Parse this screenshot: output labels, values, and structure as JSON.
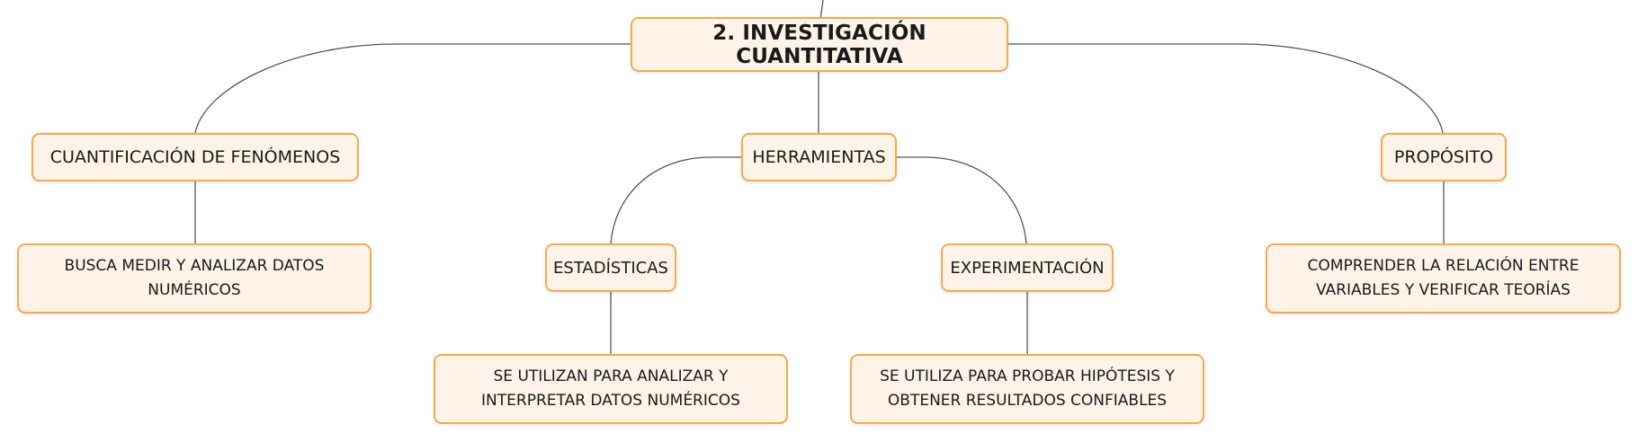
{
  "diagram": {
    "root": "2. INVESTIGACIÓN CUANTITATIVA",
    "branches": {
      "cuantificacion": {
        "label": "CUANTIFICACIÓN DE FENÓMENOS",
        "detail": "BUSCA MEDIR Y ANALIZAR DATOS NUMÉRICOS"
      },
      "herramientas": {
        "label": "HERRAMIENTAS",
        "estadisticas": {
          "label": "ESTADÍSTICAS",
          "detail": "SE UTILIZAN PARA ANALIZAR Y INTERPRETAR DATOS NUMÉRICOS"
        },
        "experimentacion": {
          "label": "EXPERIMENTACIÓN",
          "detail": "SE UTILIZA PARA PROBAR HIPÓTESIS Y OBTENER RESULTADOS CONFIABLES"
        }
      },
      "proposito": {
        "label": "PROPÓSITO",
        "detail": "COMPRENDER LA RELACIÓN ENTRE VARIABLES Y VERIFICAR TEORÍAS"
      }
    }
  },
  "colors": {
    "node_fill": "#fdf3e6",
    "node_border": "#f4aa52",
    "connector": "#555555",
    "text": "#1a1a1a"
  }
}
